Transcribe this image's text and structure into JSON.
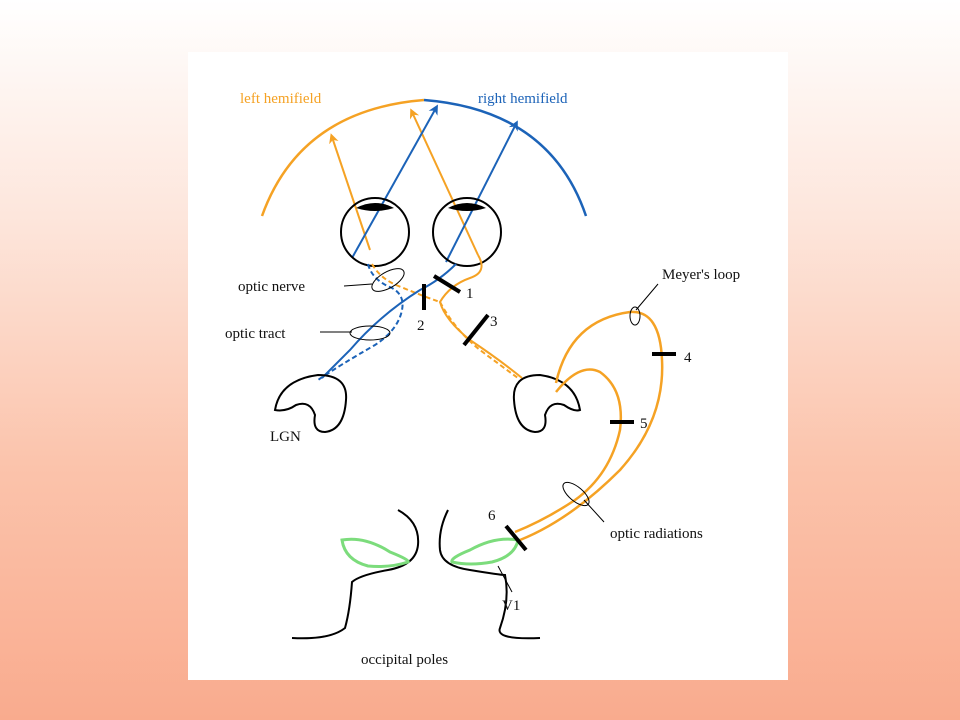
{
  "colors": {
    "left_pathway": "#f5a224",
    "right_pathway": "#1c63b8",
    "v1_outline": "#7cdc7c",
    "lesion_bar": "#000000",
    "outline": "#000000"
  },
  "labels": {
    "left_hemifield": "left hemifield",
    "right_hemifield": "right hemifield",
    "optic_nerve": "optic nerve",
    "optic_tract": "optic tract",
    "lgn": "LGN",
    "meyers_loop": "Meyer's loop",
    "optic_radiations": "optic radiations",
    "v1": "V1",
    "occipital_poles": "occipital poles"
  },
  "lesions": [
    "1",
    "2",
    "3",
    "4",
    "5",
    "6"
  ]
}
